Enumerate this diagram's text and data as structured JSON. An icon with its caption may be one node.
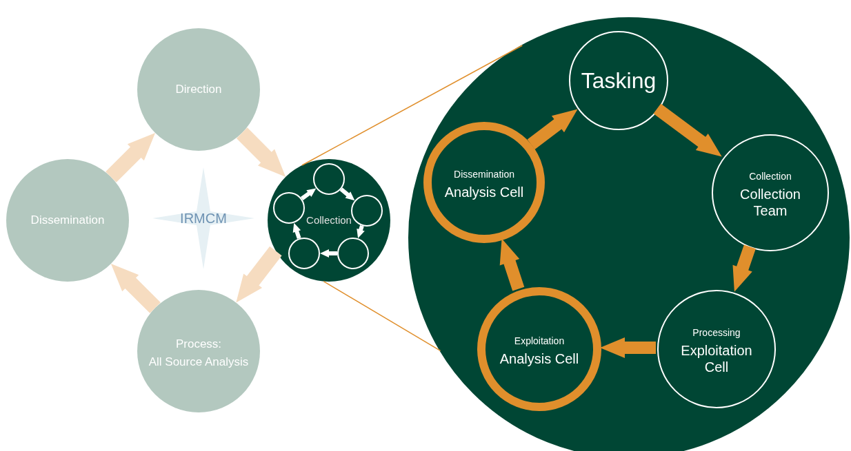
{
  "diagram": {
    "nodes": [
      {
        "text": [
          "Direction"
        ]
      },
      {
        "text": [
          "Collection"
        ]
      },
      {
        "text": [],
        "shape": "circle",
        "in": 1
      },
      {
        "text": [],
        "shape": "circle",
        "in": 1
      },
      {
        "text": [],
        "shape": "circle",
        "in": 1
      },
      {
        "text": [],
        "shape": "circle",
        "in": 1
      },
      {
        "text": [],
        "shape": "circle",
        "in": 1
      },
      {
        "text": [
          "Process:",
          "All Source Analysis"
        ]
      },
      {
        "text": [
          "Dissemination"
        ]
      },
      {
        "text": [
          "IRMCM"
        ]
      },
      {
        "text": [],
        "shape": "circle"
      },
      {
        "text": [
          "Tasking"
        ],
        "in": 10
      },
      {
        "text": [
          "Collection",
          "Collection Team"
        ],
        "in": 10
      },
      {
        "text": [
          "Processing",
          "Exploitation Cell"
        ],
        "in": 10
      },
      {
        "text": [
          "Exploitation",
          "Analysis Cell"
        ],
        "in": 10
      },
      {
        "text": [
          "Dissemination",
          "Analysis Cell"
        ],
        "in": 10
      }
    ],
    "edges": [
      {
        "from": 0,
        "to": 1,
        "arrow": "to",
        "color": "#f6dcc0"
      },
      {
        "from": 1,
        "to": 7,
        "arrow": "to",
        "color": "#f6dcc0"
      },
      {
        "from": 7,
        "to": 8,
        "arrow": "to",
        "color": "#f6dcc0"
      },
      {
        "from": 8,
        "to": 0,
        "arrow": "to",
        "color": "#f6dcc0"
      },
      {
        "from": 2,
        "to": 3,
        "arrow": "to",
        "color": "#ffffff"
      },
      {
        "from": 3,
        "to": 4,
        "arrow": "to",
        "color": "#ffffff"
      },
      {
        "from": 4,
        "to": 5,
        "arrow": "to",
        "color": "#ffffff"
      },
      {
        "from": 5,
        "to": 6,
        "arrow": "to",
        "color": "#ffffff"
      },
      {
        "from": 6,
        "to": 2,
        "arrow": "to",
        "color": "#ffffff"
      },
      {
        "from": 1,
        "to": 10,
        "arrow": "none",
        "color": "#e08f2c"
      },
      {
        "from": 1,
        "to": 10,
        "arrow": "none",
        "color": "#e08f2c"
      },
      {
        "from": 11,
        "to": 12,
        "arrow": "to",
        "color": "#e08f2c"
      },
      {
        "from": 12,
        "to": 13,
        "arrow": "to",
        "color": "#e08f2c"
      },
      {
        "from": 13,
        "to": 14,
        "arrow": "to",
        "color": "#e08f2c"
      },
      {
        "from": 14,
        "to": 15,
        "arrow": "to",
        "color": "#e08f2c"
      },
      {
        "from": 15,
        "to": 11,
        "arrow": "to",
        "color": "#e08f2c"
      }
    ]
  }
}
